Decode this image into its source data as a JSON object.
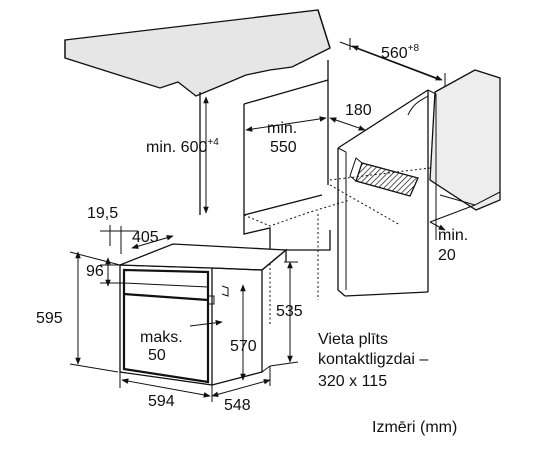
{
  "labels": {
    "depth_clearance": "560",
    "depth_clearance_sup": "+8",
    "height_min": "min. 600",
    "height_min_sup": "+4",
    "depth_min_word": "min.",
    "depth_min_value": "550",
    "rear_gap": "180",
    "side_gap_min_word": "min.",
    "side_gap_min_value": "20",
    "front_offset": "19,5",
    "top_depth": "405",
    "top_offset": "96",
    "total_height": "595",
    "body_height": "570",
    "side_height": "535",
    "door_max_word": "maks.",
    "door_max_value": "50",
    "total_width": "594",
    "total_depth": "548",
    "socket_note_line1": "Vieta plīts",
    "socket_note_line2": "kontaktligzdai –",
    "socket_note_line3": "320 x 115",
    "units_note": "Izmēri (mm)"
  },
  "colors": {
    "line": "#111111",
    "countertop": "#e6e6e6",
    "countertop_edge": "#bdbdbd",
    "background": "#ffffff"
  }
}
